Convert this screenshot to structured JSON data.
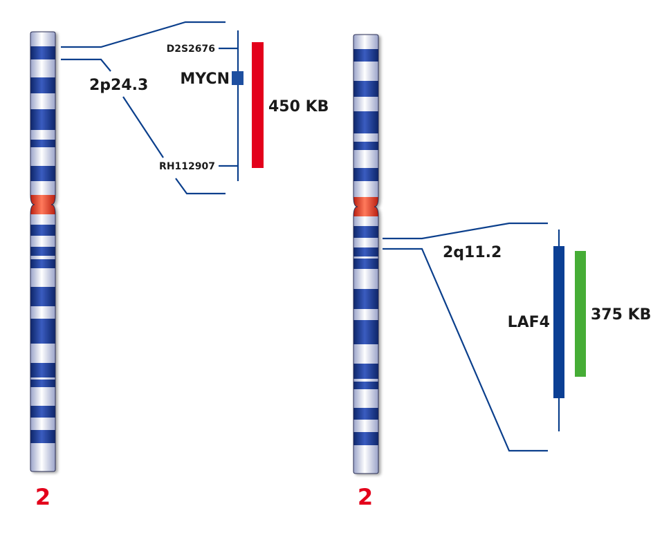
{
  "colors": {
    "band_dark": "#1f3f97",
    "band_light": "#ffffff",
    "centromere": "#e2301e",
    "line": "#0b3f8c",
    "chromosome_number": "#e3001b",
    "mycn_box": "#1e4fa0",
    "bar_450": "#e3001b",
    "bar_laf4": "#0b3f94",
    "bar_375": "#46ad36"
  },
  "left": {
    "chromosome_label": "2",
    "band_label": "2p24.3",
    "marker_top": "D2S2676",
    "marker_bottom": "RH112907",
    "gene": "MYCN",
    "size_label": "450 KB"
  },
  "right": {
    "chromosome_label": "2",
    "band_label": "2q11.2",
    "gene": "LAF4",
    "size_label": "375 KB"
  }
}
